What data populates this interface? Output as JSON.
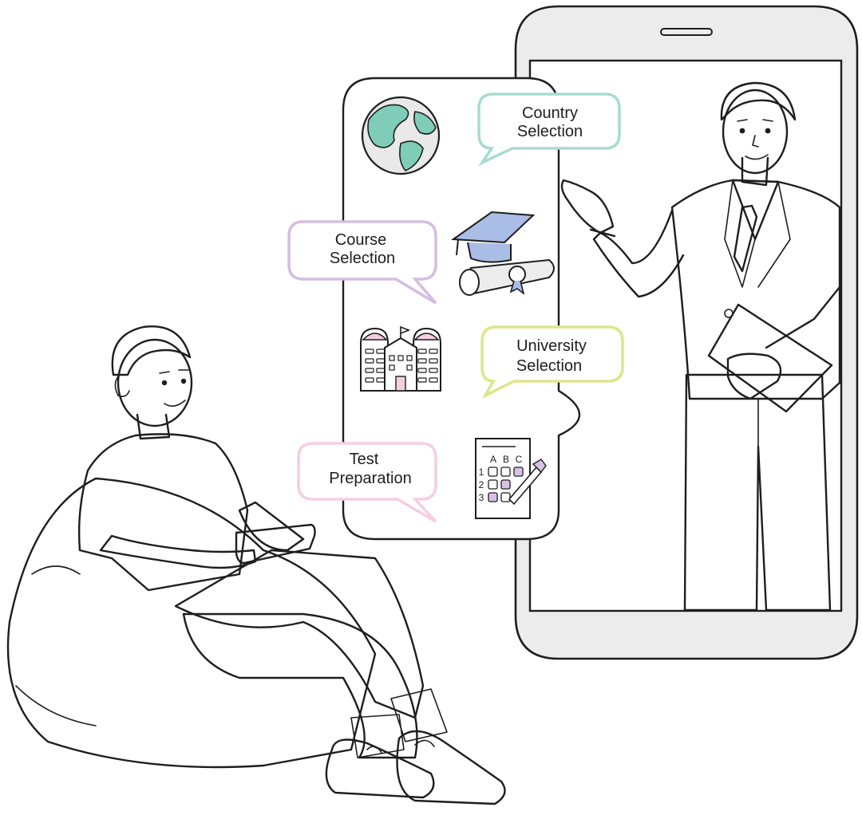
{
  "colors": {
    "country": "#a7dccf",
    "course": "#d2bfe0",
    "university": "#dde68a",
    "test": "#f4cfdf",
    "globe_land": "#7fcdb8",
    "globe_sea": "#e9e9ea",
    "cap": "#a9bde6",
    "clothes": "#e9eaeb",
    "tablet": "#d7c3e6",
    "tie": "#a9bde6"
  },
  "bubbles": {
    "country": {
      "line1": "Country",
      "line2": "Selection"
    },
    "course": {
      "line1": "Course",
      "line2": "Selection"
    },
    "university": {
      "line1": "University",
      "line2": "Selection"
    },
    "test": {
      "line1": "Test",
      "line2": "Preparation"
    }
  },
  "test_sheet": {
    "col_a": "A",
    "col_b": "B",
    "col_c": "C",
    "row_1": "1",
    "row_2": "2",
    "row_3": "3"
  },
  "icons": {
    "globe": "globe-icon",
    "graduation": "graduation-cap-icon",
    "diploma": "diploma-scroll-icon",
    "university": "university-building-icon",
    "test": "test-sheet-icon"
  }
}
